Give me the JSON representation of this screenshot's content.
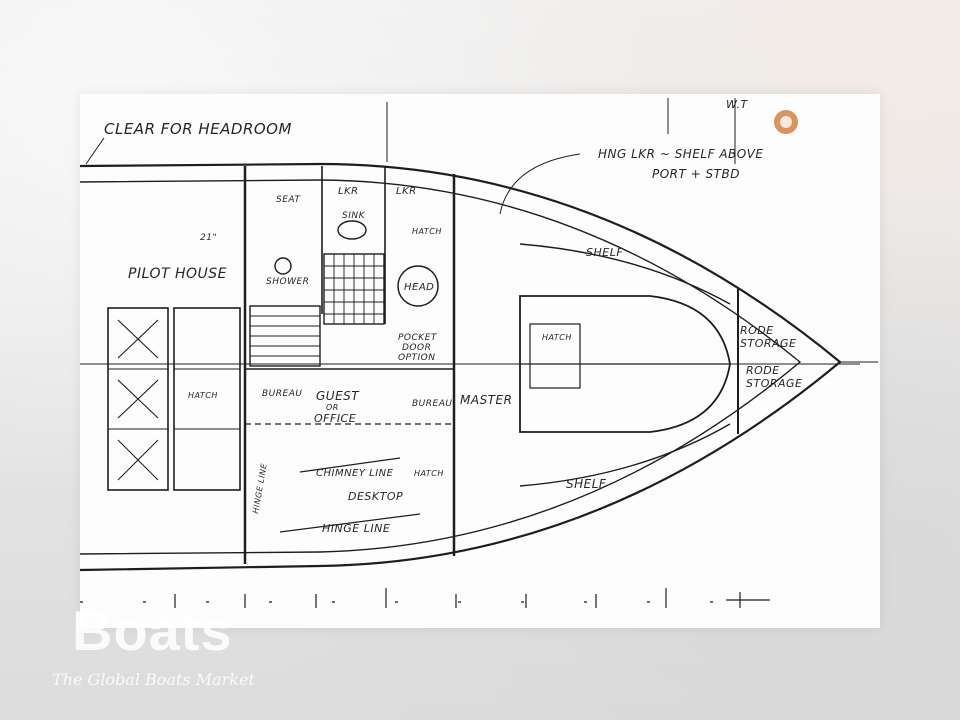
{
  "labels": {
    "top_note": "CLEAR FOR HEADROOM",
    "wt": "W.T",
    "hang_note_1": "HNG LKR ~ SHELF ABOVE",
    "hang_note_2": "PORT + STBD",
    "seat": "SEAT",
    "lkr_1": "LKR",
    "lkr_2": "LKR",
    "sink": "SINK",
    "hatch_head": "HATCH",
    "dim_21": "21\"",
    "pilot_house": "PILOT HOUSE",
    "shower": "SHOWER",
    "head": "HEAD",
    "shelf_top": "SHELF",
    "hatch_master": "HATCH",
    "rode_1": "RODE\nSTORAGE",
    "rode_2": "RODE\nSTORAGE",
    "pocket_door_1": "POCKET",
    "pocket_door_2": "DOOR",
    "pocket_door_3": "OPTION",
    "hatch_pilot": "HATCH",
    "bureau_1": "BUREAU",
    "guest_1": "GUEST",
    "guest_2": "OR",
    "guest_3": "OFFICE",
    "bureau_2": "BUREAU",
    "master": "MASTER",
    "chimney_line": "CHIMNEY LINE",
    "hatch_office": "HATCH",
    "desktop": "DESKTOP",
    "hinge_line": "HINGE LINE",
    "shelf_bottom": "SHELF",
    "hinge_side": "HINGE LINE"
  },
  "watermark": {
    "logo": "Boats",
    "tagline": "The Global Boats Market"
  },
  "colors": {
    "ink": "#1e1e1e",
    "paper": "#fdfdfd",
    "badge": "#d8874a"
  }
}
